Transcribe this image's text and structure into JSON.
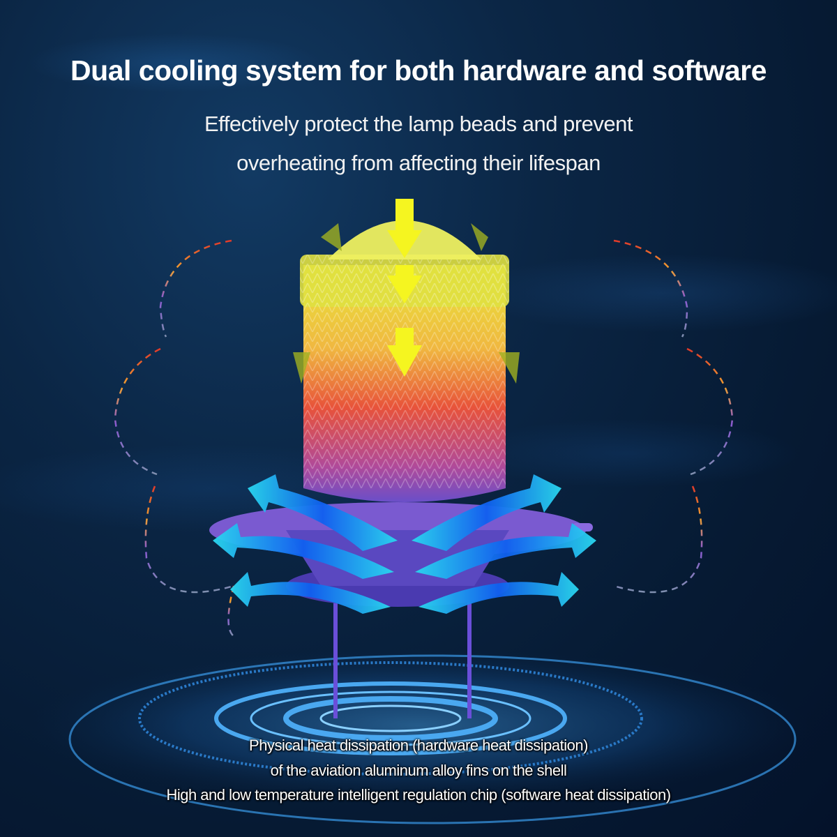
{
  "headline": "Dual cooling system for both hardware and software",
  "subheadline": {
    "line1": "Effectively protect the lamp beads and prevent",
    "line2": "overheating from affecting their lifespan"
  },
  "captions": [
    "Physical heat dissipation (hardware heat dissipation)",
    "of the aviation aluminum alloy fins on the shell",
    "High and low temperature intelligent regulation chip (software heat dissipation)"
  ],
  "colors": {
    "background": "#061a33",
    "heat_top": "#e8e83a",
    "heat_mid": "#e8533a",
    "base_purple": "#6a4fc9",
    "cool_arrow": "#2aa8f0",
    "arc_red": "#e03a2a",
    "arc_orange": "#f0a030",
    "arc_purple": "#8a5ad0",
    "arc_gray": "#8090b0"
  },
  "icons": {
    "heat_arrows": "down-arrow-icon",
    "cool_arrows": "outflow-arrow-icon"
  }
}
